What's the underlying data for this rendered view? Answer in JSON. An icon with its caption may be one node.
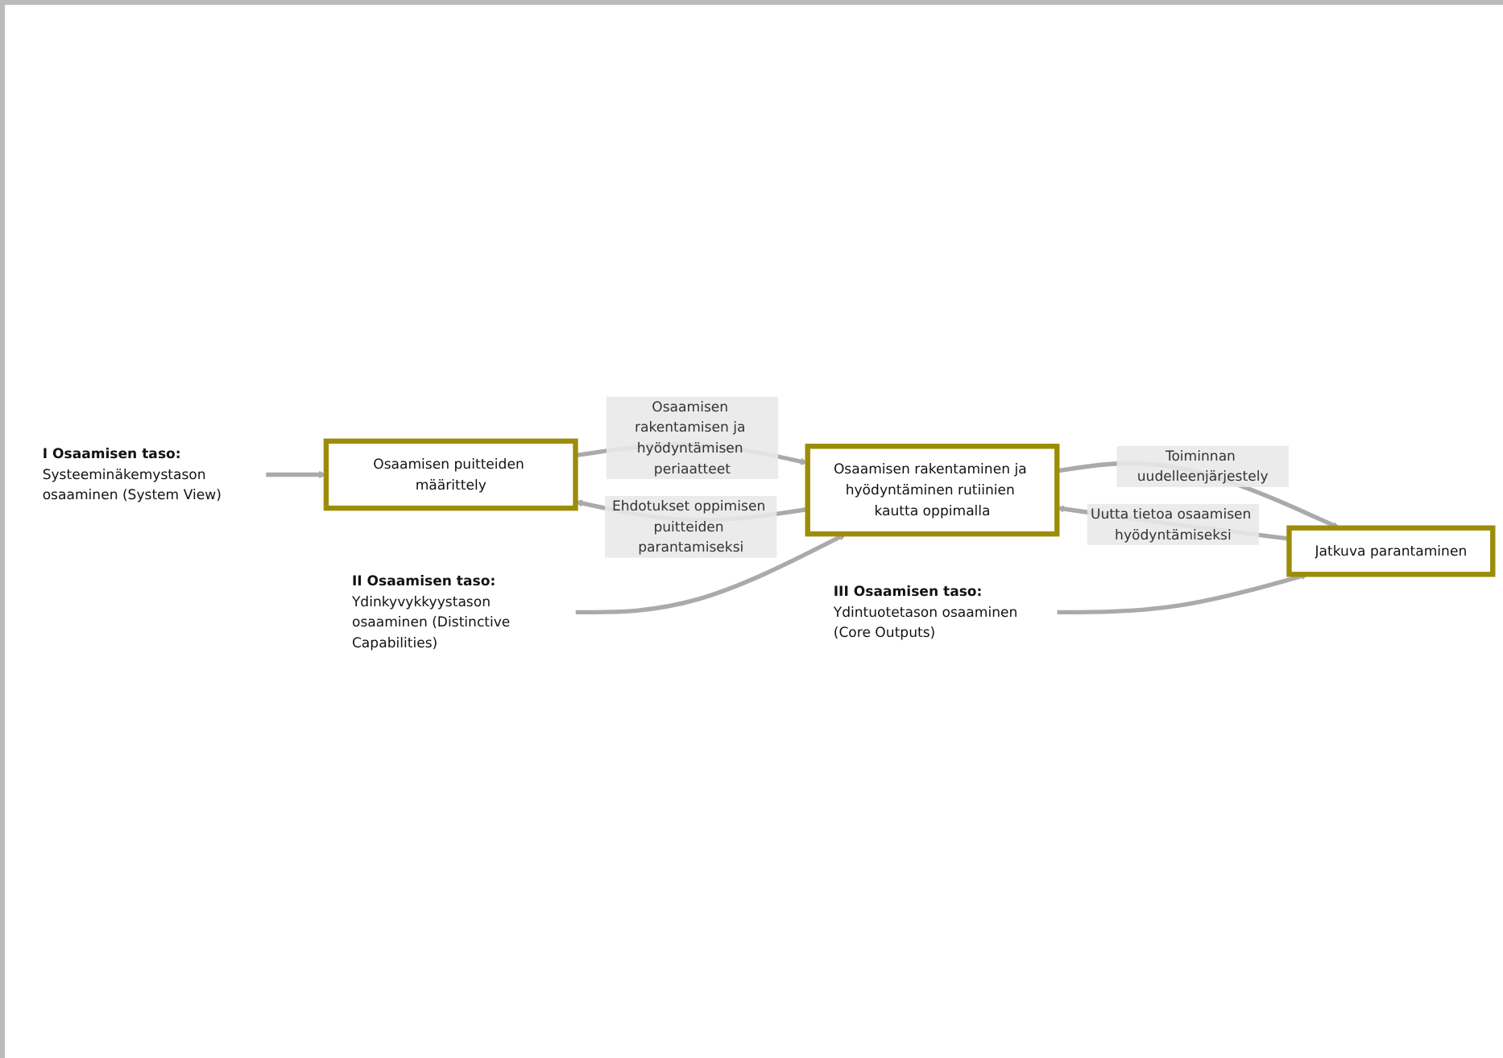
{
  "diagram": {
    "nodes": [
      {
        "text": [
          "I Osaamisen taso:",
          "Systeeminäkemystason osaaminen (System View)"
        ]
      },
      {
        "text": [
          "Osaamisen puitteiden määrittely"
        ]
      },
      {
        "text": [
          "II Osaamisen taso:",
          "Ydinkyvykkyystason osaaminen (Distinctive Capabilities)"
        ]
      },
      {
        "text": [
          "Osaamisen rakentaminen ja hyödyntäminen rutiinien kautta oppimalla"
        ]
      },
      {
        "text": [
          "III Osaamisen taso:",
          "Ydintuotetason osaaminen (Core Outputs)"
        ]
      },
      {
        "text": [
          "Jatkuva parantaminen"
        ]
      }
    ],
    "edges": [
      {
        "from": 0,
        "to": 1,
        "arrow": "to"
      },
      {
        "from": 1,
        "to": 3,
        "arrow": "to",
        "label": "Osaamisen rakentamisen ja hyödyntämisen periaatteet"
      },
      {
        "from": 3,
        "to": 1,
        "arrow": "to",
        "label": "Ehdotukset oppimisen puitteiden parantamiseksi"
      },
      {
        "from": 2,
        "to": 3,
        "arrow": "to"
      },
      {
        "from": 3,
        "to": 5,
        "arrow": "to",
        "label": "Toiminnan uudelleenjärjestely"
      },
      {
        "from": 5,
        "to": 3,
        "arrow": "to",
        "label": "Uutta tietoa osaamisen hyödyntämiseksi"
      },
      {
        "from": 4,
        "to": 5,
        "arrow": "to"
      }
    ]
  }
}
